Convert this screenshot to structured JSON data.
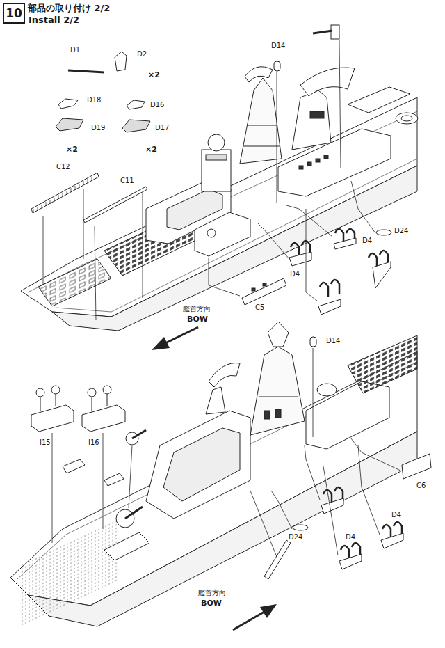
{
  "diagram": {
    "title": "部品の取り付け 2/2",
    "nodes": [
      {
        "text": [
          "10"
        ]
      }
    ],
    "labels": [
      "Install 2/2",
      "D1",
      "D2",
      "×2",
      "D18",
      "D16",
      "D19",
      "D17",
      "×2",
      "×2",
      "C12",
      "C11",
      "D14",
      "D24",
      "D4",
      "D4",
      "C5",
      "艦首方向",
      "BOW",
      "D14",
      "I15",
      "I16",
      "C6",
      "D24",
      "D4",
      "D4",
      "艦首方向",
      "BOW"
    ]
  }
}
